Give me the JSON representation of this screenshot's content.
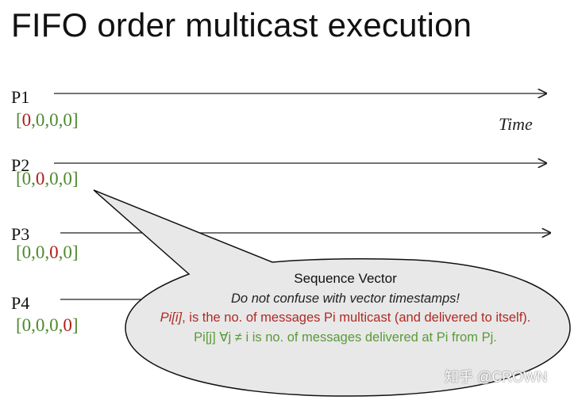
{
  "title": "FIFO order multicast execution",
  "time_label": "Time",
  "processes": [
    {
      "label": "P1",
      "vector": [
        "0",
        "0",
        "0",
        "0"
      ],
      "highlight": 0
    },
    {
      "label": "P2",
      "vector": [
        "0",
        "0",
        "0",
        "0"
      ],
      "highlight": 1
    },
    {
      "label": "P3",
      "vector": [
        "0",
        "0",
        "0",
        "0"
      ],
      "highlight": 2
    },
    {
      "label": "P4",
      "vector": [
        "0",
        "0",
        "0",
        "0"
      ],
      "highlight": 3
    }
  ],
  "callout": {
    "heading": "Sequence Vector",
    "line1": "Do not confuse with vector timestamps!",
    "line2_italic": "Pi[i]",
    "line2_rest": ", is the no. of messages Pi multicast (and delivered to itself).",
    "line3": "Pi[j] ∀j ≠ i is no. of messages delivered at Pi from Pj."
  },
  "watermark": "知乎 @CROWN",
  "colors": {
    "vector_text": "#4e8a2e",
    "vector_highlight": "#b21c1c",
    "callout_fill": "#e8e8e8",
    "callout_red": "#b02a24",
    "callout_green": "#5a9a3a"
  }
}
